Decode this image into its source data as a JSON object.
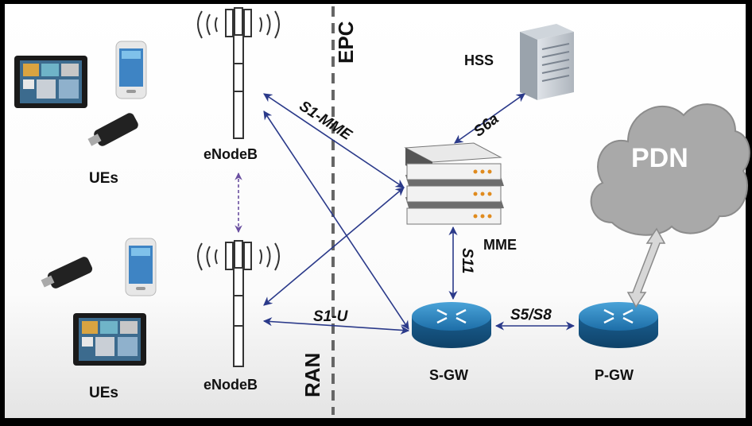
{
  "labels": {
    "ues_top": "UEs",
    "ues_bottom": "UEs",
    "enodeb_top": "eNodeB",
    "enodeb_bottom": "eNodeB",
    "epc": "EPC",
    "ran": "RAN",
    "hss": "HSS",
    "mme": "MME",
    "sgw": "S-GW",
    "pgw": "P-GW",
    "pdn": "PDN"
  },
  "interfaces": {
    "s1_mme": "S1-MME",
    "s6a": "S6a",
    "s11": "S11",
    "s1_u": "S1-U",
    "s5_s8": "S5/S8"
  },
  "colors": {
    "arrow": "#2b3a8a",
    "router": "#1e6fa8",
    "cloud": "#a9a9a9",
    "background": "#ffffff",
    "divider": "#666666"
  }
}
